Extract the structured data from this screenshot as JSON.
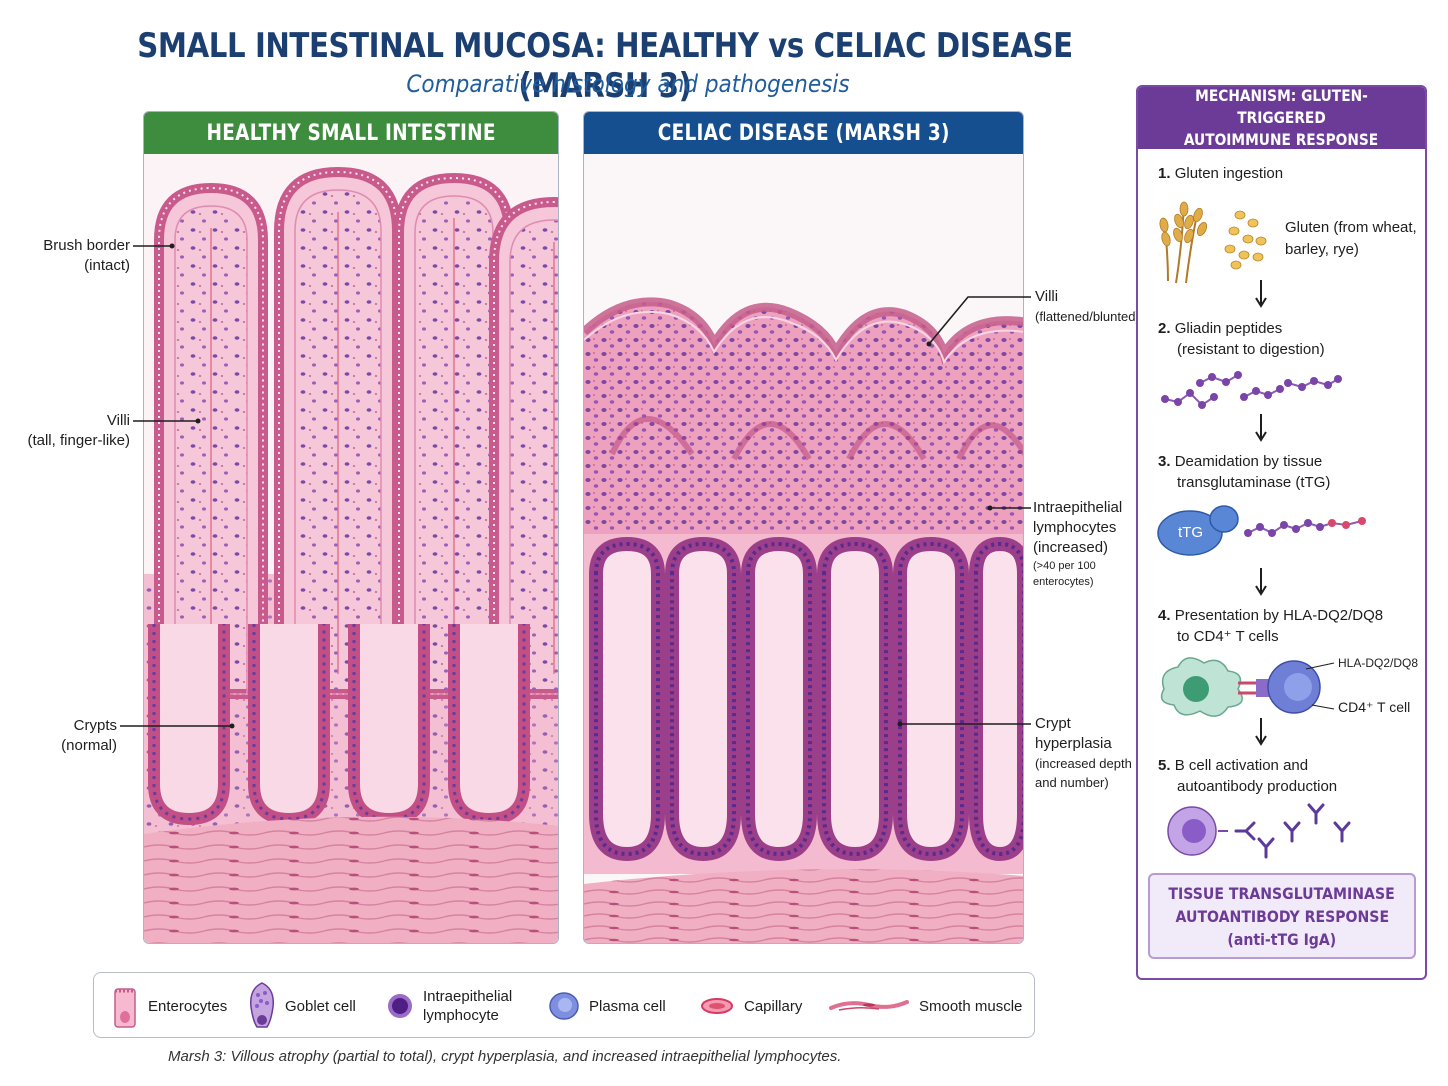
{
  "title": "SMALL INTESTINAL MUCOSA: HEALTHY vs CELIAC DISEASE (MARSH 3)",
  "subtitle": "Comparative histology and pathogenesis",
  "panels": {
    "healthy": {
      "header": "HEALTHY SMALL INTESTINE"
    },
    "celiac": {
      "header": "CELIAC DISEASE (MARSH 3)"
    }
  },
  "annotations": {
    "brush_border": {
      "label": "Brush border",
      "sub": "(intact)"
    },
    "villi_healthy": {
      "label": "Villi",
      "sub": "(tall, finger-like)"
    },
    "crypts": {
      "label": "Crypts",
      "sub": "(normal)"
    },
    "villi_celiac": {
      "label": "Villi",
      "sub": "(flattened/blunted)"
    },
    "iel": {
      "line1": "Intraepithelial",
      "line2": "lymphocytes",
      "line3": "(increased)",
      "sub": "(>40 per 100 enterocytes)"
    },
    "crypt_hyperplasia": {
      "line1": "Crypt",
      "line2": "hyperplasia",
      "line3": "(increased depth",
      "line4": "and number)"
    }
  },
  "mechanism": {
    "header_line1": "MECHANISM: GLUTEN-TRIGGERED",
    "header_line2": "AUTOIMMUNE RESPONSE",
    "steps": [
      {
        "num": "1.",
        "line1": "Gluten ingestion",
        "line2": ""
      },
      {
        "num": "2.",
        "line1": "Gliadin peptides",
        "line2": "(resistant to digestion)"
      },
      {
        "num": "3.",
        "line1": "Deamidation by tissue",
        "line2": "transglutaminase (tTG)"
      },
      {
        "num": "4.",
        "line1": "Presentation by HLA-DQ2/DQ8",
        "line2": "to CD4⁺ T cells"
      },
      {
        "num": "5.",
        "line1": "B cell activation and",
        "line2": "autoantibody production"
      }
    ],
    "gluten_note_line1": "Gluten (from wheat,",
    "gluten_note_line2": "barley, rye)",
    "ttg_label": "tTG",
    "hla_label": "HLA-DQ2/DQ8",
    "cd4_label": "CD4⁺ T cell",
    "result_line1": "TISSUE TRANSGLUTAMINASE",
    "result_line2": "AUTOANTIBODY RESPONSE",
    "result_line3": "(anti-tTG IgA)",
    "colors": {
      "header": "#6c3b97",
      "border": "#7a4aa5"
    }
  },
  "legend": [
    {
      "label1": "Enterocytes",
      "label2": "",
      "icon": "enterocyte-icon"
    },
    {
      "label1": "Goblet cell",
      "label2": "",
      "icon": "goblet-cell-icon"
    },
    {
      "label1": "Intraepithelial",
      "label2": "lymphocyte",
      "icon": "lymphocyte-icon"
    },
    {
      "label1": "Plasma cell",
      "label2": "",
      "icon": "plasma-cell-icon"
    },
    {
      "label1": "Capillary",
      "label2": "",
      "icon": "capillary-icon"
    },
    {
      "label1": "Smooth muscle",
      "label2": "",
      "icon": "smooth-muscle-icon"
    }
  ],
  "footnote": {
    "lead": "Marsh 3:",
    "text": " Villous atrophy (partial to total), crypt hyperplasia, and increased intraepithelial lymphocytes."
  },
  "colors": {
    "title": "#1c3f72",
    "healthy_header": "#3e8c3d",
    "celiac_header": "#164f8f",
    "tissue_pink": "#efa9c3",
    "epithelium": "#d9709b",
    "nuclei": "#6a3c9c"
  }
}
